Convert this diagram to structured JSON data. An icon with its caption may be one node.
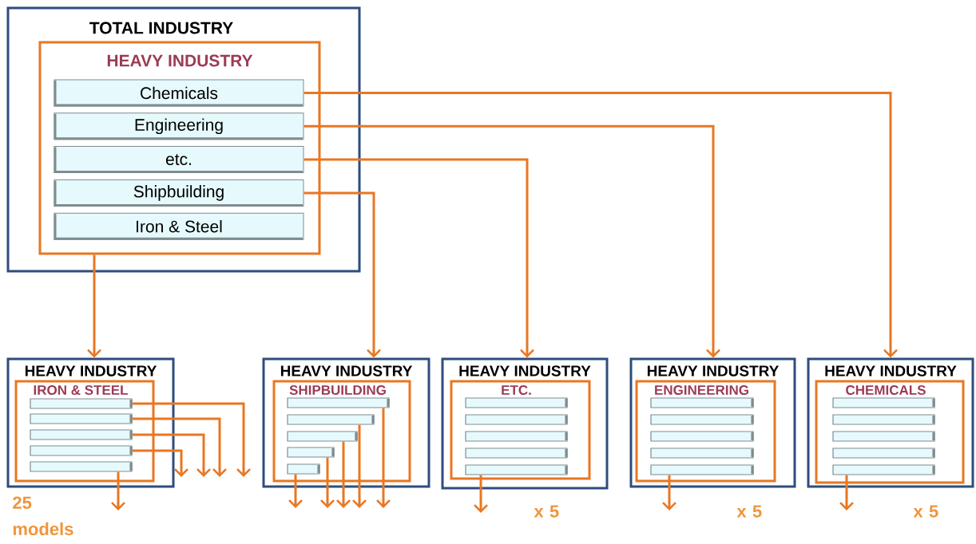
{
  "diagram": {
    "nodes": [
      {
        "text": [
          "TOTAL INDUSTRY"
        ]
      },
      {
        "text": [
          "HEAVY INDUSTRY"
        ],
        "in": 0
      },
      {
        "text": [
          "Chemicals"
        ],
        "in": 1
      },
      {
        "text": [
          "Engineering"
        ],
        "in": 1
      },
      {
        "text": [
          "etc."
        ],
        "in": 1
      },
      {
        "text": [
          "Shipbuilding"
        ],
        "in": 1
      },
      {
        "text": [
          "Iron & Steel"
        ],
        "in": 1
      },
      {
        "text": [
          "HEAVY INDUSTRY"
        ]
      },
      {
        "text": [
          "IRON & STEEL"
        ],
        "in": 7
      },
      {
        "text": [],
        "shape": "bar",
        "in": 8
      },
      {
        "text": [],
        "shape": "bar",
        "in": 8
      },
      {
        "text": [],
        "shape": "bar",
        "in": 8
      },
      {
        "text": [],
        "shape": "bar",
        "in": 8
      },
      {
        "text": [],
        "shape": "bar",
        "in": 8
      },
      {
        "text": [
          "HEAVY INDUSTRY"
        ]
      },
      {
        "text": [
          "SHIPBUILDING"
        ],
        "in": 14
      },
      {
        "text": [],
        "shape": "bar",
        "in": 15
      },
      {
        "text": [],
        "shape": "bar",
        "in": 15
      },
      {
        "text": [],
        "shape": "bar",
        "in": 15
      },
      {
        "text": [],
        "shape": "bar",
        "in": 15
      },
      {
        "text": [],
        "shape": "bar",
        "in": 15
      },
      {
        "text": [
          "HEAVY INDUSTRY"
        ]
      },
      {
        "text": [
          "ETC."
        ],
        "in": 21
      },
      {
        "text": [],
        "shape": "bar",
        "in": 22
      },
      {
        "text": [],
        "shape": "bar",
        "in": 22
      },
      {
        "text": [],
        "shape": "bar",
        "in": 22
      },
      {
        "text": [],
        "shape": "bar",
        "in": 22
      },
      {
        "text": [],
        "shape": "bar",
        "in": 22
      },
      {
        "text": [
          "HEAVY INDUSTRY"
        ]
      },
      {
        "text": [
          "ENGINEERING"
        ],
        "in": 28
      },
      {
        "text": [],
        "shape": "bar",
        "in": 29
      },
      {
        "text": [],
        "shape": "bar",
        "in": 29
      },
      {
        "text": [],
        "shape": "bar",
        "in": 29
      },
      {
        "text": [],
        "shape": "bar",
        "in": 29
      },
      {
        "text": [],
        "shape": "bar",
        "in": 29
      },
      {
        "text": [
          "HEAVY INDUSTRY"
        ]
      },
      {
        "text": [
          "CHEMICALS"
        ],
        "in": 35
      },
      {
        "text": [],
        "shape": "bar",
        "in": 36
      },
      {
        "text": [],
        "shape": "bar",
        "in": 36
      },
      {
        "text": [],
        "shape": "bar",
        "in": 36
      },
      {
        "text": [],
        "shape": "bar",
        "in": 36
      },
      {
        "text": [],
        "shape": "bar",
        "in": 36
      }
    ],
    "edges": [
      {
        "from": 1,
        "to": 7,
        "arrow": "to"
      },
      {
        "from": 2,
        "to": 35,
        "arrow": "to"
      },
      {
        "from": 3,
        "to": 28,
        "arrow": "to"
      },
      {
        "from": 4,
        "to": 21,
        "arrow": "to"
      },
      {
        "from": 5,
        "to": 14,
        "arrow": "to"
      },
      {
        "from": 9,
        "to": null,
        "arrow": "to"
      },
      {
        "from": 10,
        "to": null,
        "arrow": "to"
      },
      {
        "from": 11,
        "to": null,
        "arrow": "to"
      },
      {
        "from": 12,
        "to": null,
        "arrow": "to"
      },
      {
        "from": 13,
        "to": null,
        "arrow": "to"
      },
      {
        "from": 16,
        "to": null,
        "arrow": "to"
      },
      {
        "from": 17,
        "to": null,
        "arrow": "to"
      },
      {
        "from": 18,
        "to": null,
        "arrow": "to"
      },
      {
        "from": 19,
        "to": null,
        "arrow": "to"
      },
      {
        "from": 20,
        "to": null,
        "arrow": "to"
      },
      {
        "from": 27,
        "to": null,
        "arrow": "to"
      },
      {
        "from": 34,
        "to": null,
        "arrow": "to"
      },
      {
        "from": 41,
        "to": null,
        "arrow": "to"
      }
    ],
    "labels": [
      "25 models",
      "x 5",
      "x 5",
      "x 5"
    ]
  }
}
